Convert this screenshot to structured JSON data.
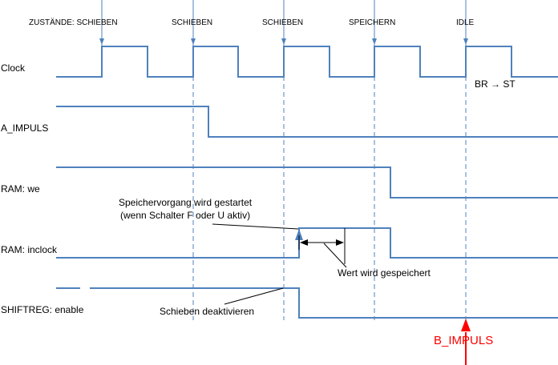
{
  "states": {
    "s1": "ZUSTÄNDE: SCHIEBEN",
    "s2": "SCHIEBEN",
    "s3": "SCHIEBEN",
    "s4": "SPEICHERN",
    "s5": "IDLE"
  },
  "signals": {
    "clock": "Clock",
    "a_impuls": "A_IMPULS",
    "ram_we": "RAM: we",
    "ram_inclock": "RAM: inclock",
    "shiftreg_enable": "SHIFTREG: enable"
  },
  "annotations": {
    "br_st": "BR → ST",
    "speicher_line1": "Speichervorgang wird gestartet",
    "speicher_line2": "(wenn Schalter F oder U aktiv)",
    "wert_gespeichert": "Wert wird gespeichert",
    "schieben_deakt": "Schieben deaktivieren",
    "b_impuls": "B_IMPULS"
  },
  "colors": {
    "signal": "#4f81bd",
    "highlight": "#ff0000",
    "text": "#000000"
  }
}
